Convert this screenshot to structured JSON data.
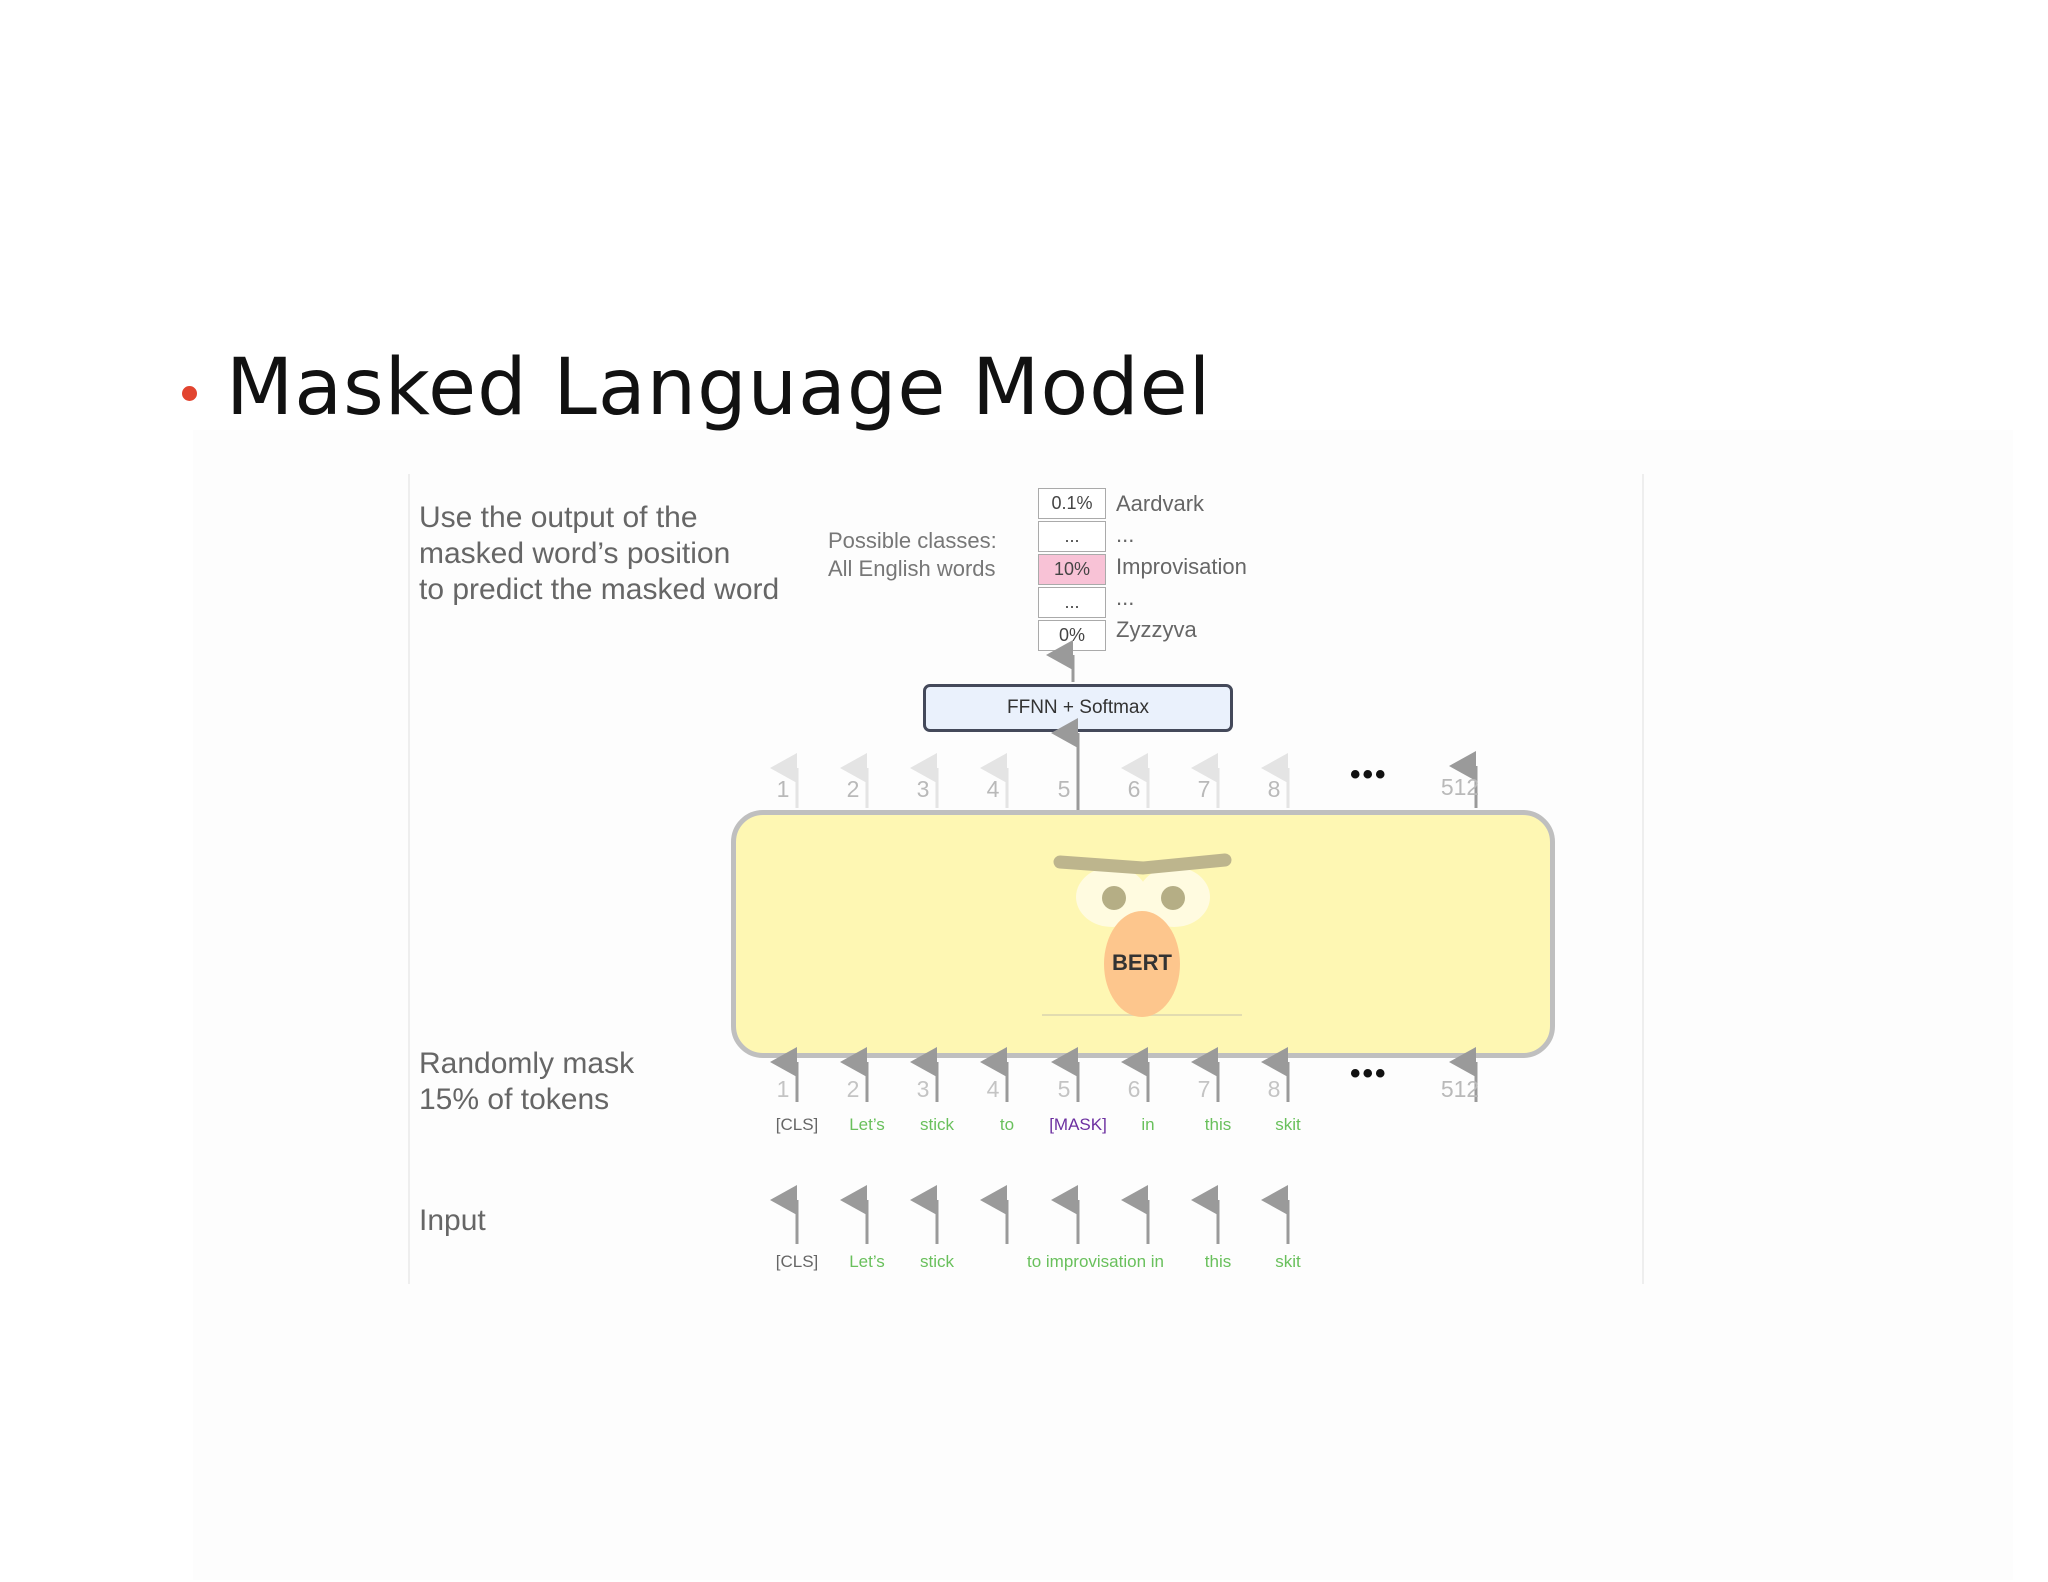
{
  "slide": {
    "title": "Masked Language Model"
  },
  "notes": {
    "top": [
      "Use the output of the",
      "masked word’s position",
      "to predict the masked word"
    ],
    "classes": [
      "Possible classes:",
      "All English words"
    ],
    "mask": [
      "Randomly mask",
      "15% of tokens"
    ],
    "input": "Input"
  },
  "probs": [
    {
      "value": "0.1%",
      "label": "Aardvark",
      "highlight": false
    },
    {
      "value": "...",
      "label": "...",
      "highlight": false
    },
    {
      "value": "10%",
      "label": "Improvisation",
      "highlight": true
    },
    {
      "value": "...",
      "label": "...",
      "highlight": false
    },
    {
      "value": "0%",
      "label": "Zyzzyva",
      "highlight": false
    }
  ],
  "ffnn_label": "FFNN + Softmax",
  "bert_label": "BERT",
  "positions": [
    "1",
    "2",
    "3",
    "4",
    "5",
    "6",
    "7",
    "8"
  ],
  "last_position": "512",
  "ellipsis": "•••",
  "masked_tokens": [
    "[CLS]",
    "Let’s",
    "stick",
    "to",
    "[MASK]",
    "in",
    "this",
    "skit"
  ],
  "input_tokens": [
    "[CLS]",
    "Let’s",
    "stick",
    "to improvisation in",
    "",
    "this",
    "skit"
  ],
  "colors": {
    "bullet": "#e2442f",
    "bert_body": "#fef7b3",
    "highlight": "#f8c2d6",
    "token_green": "#69c05c",
    "mask_purple": "#6c2fa0"
  }
}
